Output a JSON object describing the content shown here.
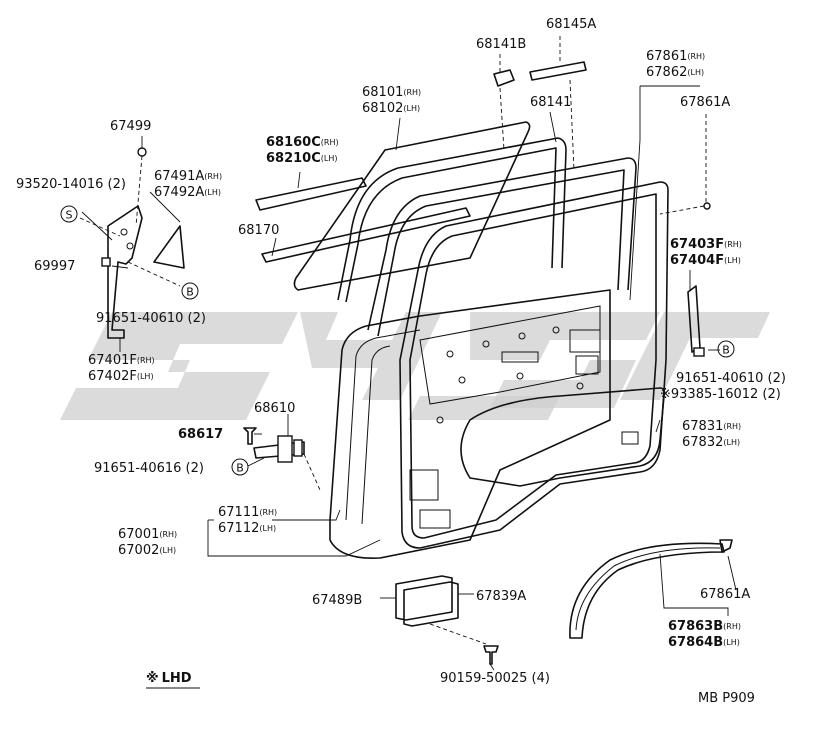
{
  "diagram_id": "MB P909",
  "legend": {
    "symbol": "※",
    "text": "LHD"
  },
  "labels": {
    "p68145a": "68145A",
    "p68141b": "68141B",
    "p67861_rh": "67861",
    "p67861_rh_sfx": "(RH)",
    "p67862_lh": "67862",
    "p67862_lh_sfx": "(LH)",
    "p68101_rh": "68101",
    "p68101_rh_sfx": "(RH)",
    "p68102_lh": "68102",
    "p68102_lh_sfx": "(LH)",
    "p68141": "68141",
    "p67861a_top": "67861A",
    "p67499": "67499",
    "p68160c_rh": "68160C",
    "p68160c_rh_sfx": "(RH)",
    "p68210c_lh": "68210C",
    "p68210c_lh_sfx": "(LH)",
    "p93520": "93520-14016 (2)",
    "p67491a_rh": "67491A",
    "p67491a_rh_sfx": "(RH)",
    "p67492a_lh": "67492A",
    "p67492a_lh_sfx": "(LH)",
    "p68170": "68170",
    "p69997": "69997",
    "p91651_40610_left": "91651-40610 (2)",
    "p67403f_rh": "67403F",
    "p67403f_rh_sfx": "(RH)",
    "p67404f_lh": "67404F",
    "p67404f_lh_sfx": "(LH)",
    "p67401f_rh": "67401F",
    "p67401f_rh_sfx": "(RH)",
    "p67402f_lh": "67402F",
    "p67402f_lh_sfx": "(LH)",
    "p91651_40610_right": "91651-40610 (2)",
    "p93385": "※93385-16012 (2)",
    "p68610": "68610",
    "p68617": "68617",
    "p67831_rh": "67831",
    "p67831_rh_sfx": "(RH)",
    "p67832_lh": "67832",
    "p67832_lh_sfx": "(LH)",
    "p91651_40616": "91651-40616 (2)",
    "p67111_rh": "67111",
    "p67111_rh_sfx": "(RH)",
    "p67112_lh": "67112",
    "p67112_lh_sfx": "(LH)",
    "p67001_rh": "67001",
    "p67001_rh_sfx": "(RH)",
    "p67002_lh": "67002",
    "p67002_lh_sfx": "(LH)",
    "p67489b": "67489B",
    "p67839a": "67839A",
    "p67861a_bottom": "67861A",
    "p67863b_rh": "67863B",
    "p67863b_rh_sfx": "(RH)",
    "p67864b_lh": "67864B",
    "p67864b_lh_sfx": "(LH)",
    "p90159": "90159-50025 (4)"
  },
  "callouts": {
    "s": "S",
    "b1": "B",
    "b2": "B",
    "b3": "B"
  },
  "colors": {
    "line": "#111111",
    "watermark": "#cfcfcf",
    "background": "#ffffff"
  }
}
